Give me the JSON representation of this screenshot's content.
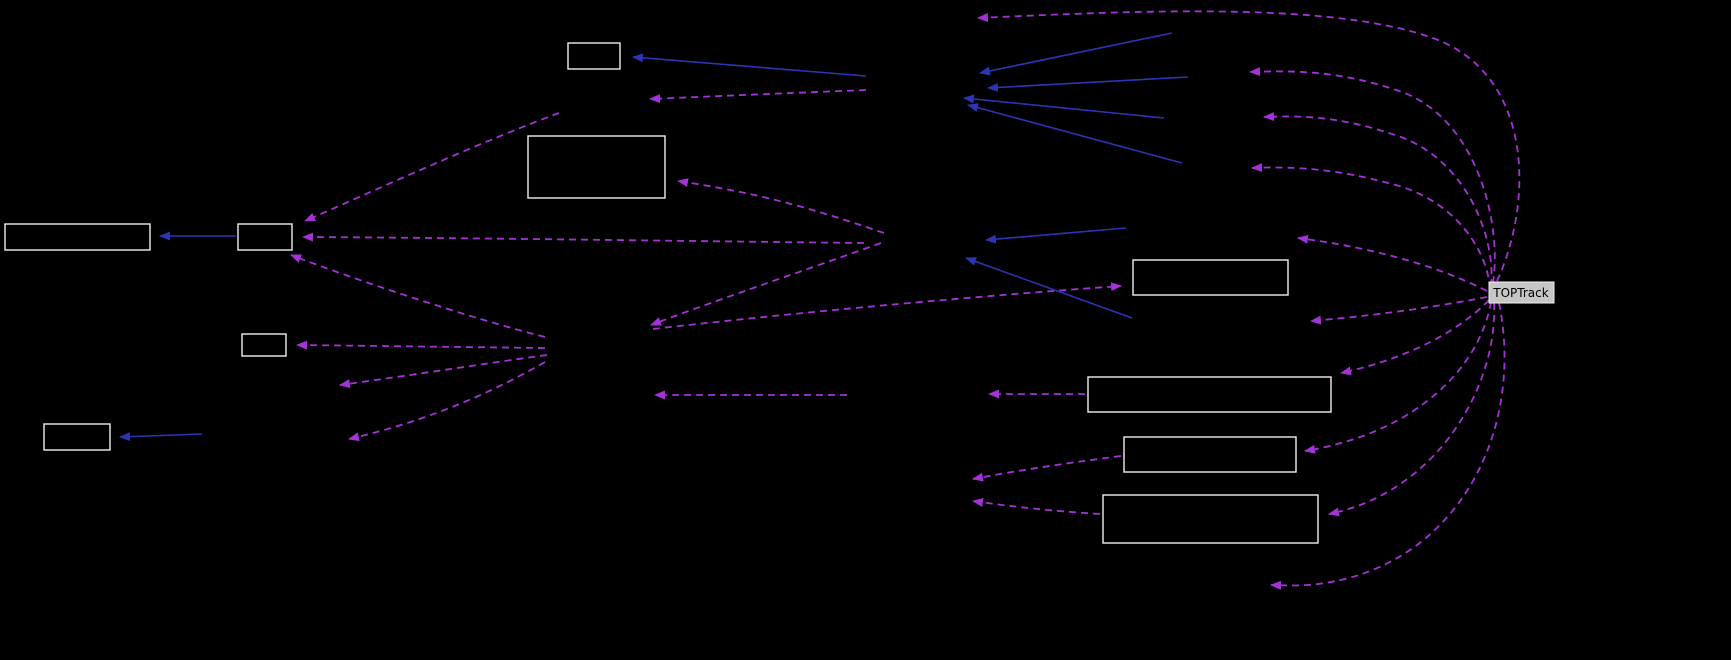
{
  "diagram": {
    "type": "dependency-graph",
    "main_node": {
      "label": "TOPTrack"
    },
    "unlabeled_box_count": 10,
    "colors": {
      "background": "#000000",
      "node_border": "#f0f0f0",
      "node_fill": "#000000",
      "solid_edge": "#2c35b4",
      "dashed_edge": "#a432d6",
      "main_node_fill": "#c6c6c6",
      "main_node_text": "#000000"
    }
  }
}
